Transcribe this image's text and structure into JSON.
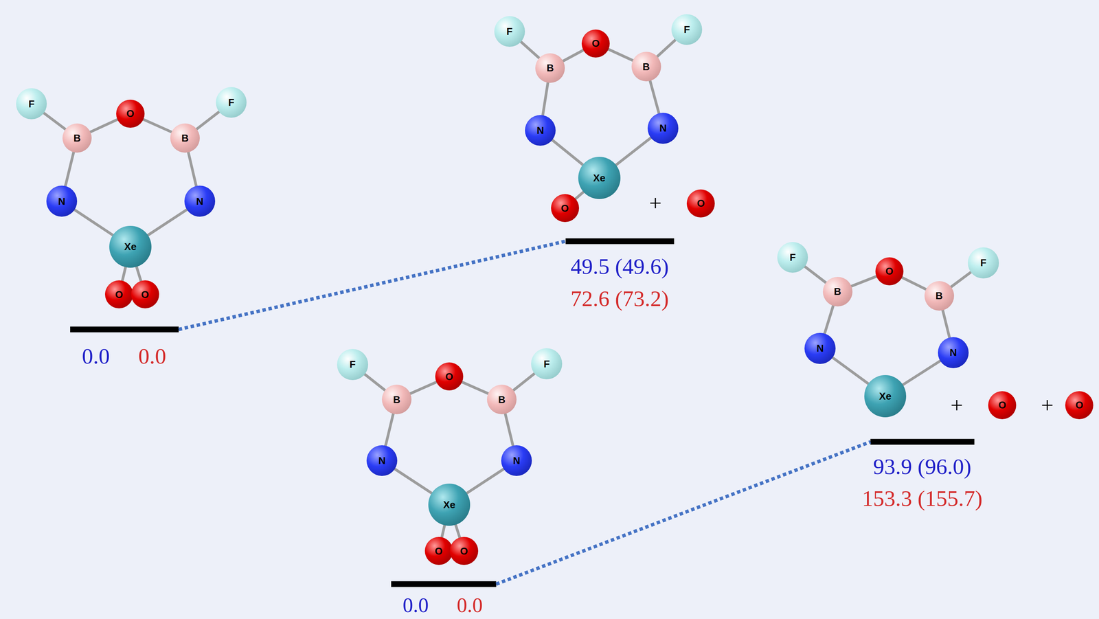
{
  "diagram": {
    "nodes": [
      {
        "text": [
          "F"
        ]
      },
      {
        "text": [
          "O"
        ]
      },
      {
        "text": [
          "F"
        ]
      },
      {
        "text": [
          "B"
        ]
      },
      {
        "text": [
          "B"
        ]
      },
      {
        "text": [
          "N"
        ]
      },
      {
        "text": [
          "N"
        ]
      },
      {
        "text": [
          "Xe"
        ]
      },
      {
        "text": [
          "O"
        ]
      },
      {
        "text": [
          "O"
        ]
      },
      {
        "text": [
          "F"
        ]
      },
      {
        "text": [
          "O"
        ]
      },
      {
        "text": [
          "F"
        ]
      },
      {
        "text": [
          "B"
        ]
      },
      {
        "text": [
          "B"
        ]
      },
      {
        "text": [
          "N"
        ]
      },
      {
        "text": [
          "N"
        ]
      },
      {
        "text": [
          "Xe"
        ]
      },
      {
        "text": [
          "O"
        ]
      },
      {
        "text": [
          "O"
        ]
      },
      {
        "text": [
          "F"
        ]
      },
      {
        "text": [
          "O"
        ]
      },
      {
        "text": [
          "F"
        ]
      },
      {
        "text": [
          "B"
        ]
      },
      {
        "text": [
          "B"
        ]
      },
      {
        "text": [
          "N"
        ]
      },
      {
        "text": [
          "N"
        ]
      },
      {
        "text": [
          "Xe"
        ]
      },
      {
        "text": [
          "O"
        ]
      },
      {
        "text": [
          "O"
        ]
      },
      {
        "text": [
          "F"
        ]
      },
      {
        "text": [
          "O"
        ]
      },
      {
        "text": [
          "F"
        ]
      },
      {
        "text": [
          "B"
        ]
      },
      {
        "text": [
          "B"
        ]
      },
      {
        "text": [
          "N"
        ]
      },
      {
        "text": [
          "N"
        ]
      },
      {
        "text": [
          "Xe"
        ]
      },
      {
        "text": [
          "O"
        ]
      },
      {
        "text": [
          "O"
        ]
      }
    ],
    "edges": [
      {
        "from": 0,
        "to": 3,
        "arrow": "none"
      },
      {
        "from": 3,
        "to": 1,
        "arrow": "none"
      },
      {
        "from": 1,
        "to": 4,
        "arrow": "none"
      },
      {
        "from": 4,
        "to": 2,
        "arrow": "none"
      },
      {
        "from": 3,
        "to": 5,
        "arrow": "none"
      },
      {
        "from": 4,
        "to": 6,
        "arrow": "none"
      },
      {
        "from": 5,
        "to": 7,
        "arrow": "none"
      },
      {
        "from": 6,
        "to": 7,
        "arrow": "none"
      },
      {
        "from": 7,
        "to": 8,
        "arrow": "none"
      },
      {
        "from": 7,
        "to": 9,
        "arrow": "none"
      },
      {
        "from": 10,
        "to": 13,
        "arrow": "none"
      },
      {
        "from": 13,
        "to": 11,
        "arrow": "none"
      },
      {
        "from": 11,
        "to": 14,
        "arrow": "none"
      },
      {
        "from": 14,
        "to": 12,
        "arrow": "none"
      },
      {
        "from": 13,
        "to": 15,
        "arrow": "none"
      },
      {
        "from": 14,
        "to": 16,
        "arrow": "none"
      },
      {
        "from": 15,
        "to": 17,
        "arrow": "none"
      },
      {
        "from": 16,
        "to": 17,
        "arrow": "none"
      },
      {
        "from": 17,
        "to": 18,
        "arrow": "none"
      },
      {
        "from": 20,
        "to": 23,
        "arrow": "none"
      },
      {
        "from": 23,
        "to": 21,
        "arrow": "none"
      },
      {
        "from": 21,
        "to": 24,
        "arrow": "none"
      },
      {
        "from": 24,
        "to": 22,
        "arrow": "none"
      },
      {
        "from": 23,
        "to": 25,
        "arrow": "none"
      },
      {
        "from": 24,
        "to": 26,
        "arrow": "none"
      },
      {
        "from": 25,
        "to": 27,
        "arrow": "none"
      },
      {
        "from": 26,
        "to": 27,
        "arrow": "none"
      },
      {
        "from": 27,
        "to": 28,
        "arrow": "none"
      },
      {
        "from": 27,
        "to": 29,
        "arrow": "none"
      },
      {
        "from": 30,
        "to": 33,
        "arrow": "none"
      },
      {
        "from": 33,
        "to": 31,
        "arrow": "none"
      },
      {
        "from": 31,
        "to": 34,
        "arrow": "none"
      },
      {
        "from": 34,
        "to": 32,
        "arrow": "none"
      },
      {
        "from": 33,
        "to": 35,
        "arrow": "none"
      },
      {
        "from": 34,
        "to": 36,
        "arrow": "none"
      },
      {
        "from": 35,
        "to": 37,
        "arrow": "none"
      },
      {
        "from": 36,
        "to": 37,
        "arrow": "none"
      }
    ],
    "labels": [
      "+",
      "49.5 (49.6)",
      "72.6 (73.2)",
      "0.0",
      "0.0",
      "+",
      "+",
      "93.9 (96.0)",
      "153.3 (155.7)",
      "0.0",
      "0.0"
    ]
  }
}
